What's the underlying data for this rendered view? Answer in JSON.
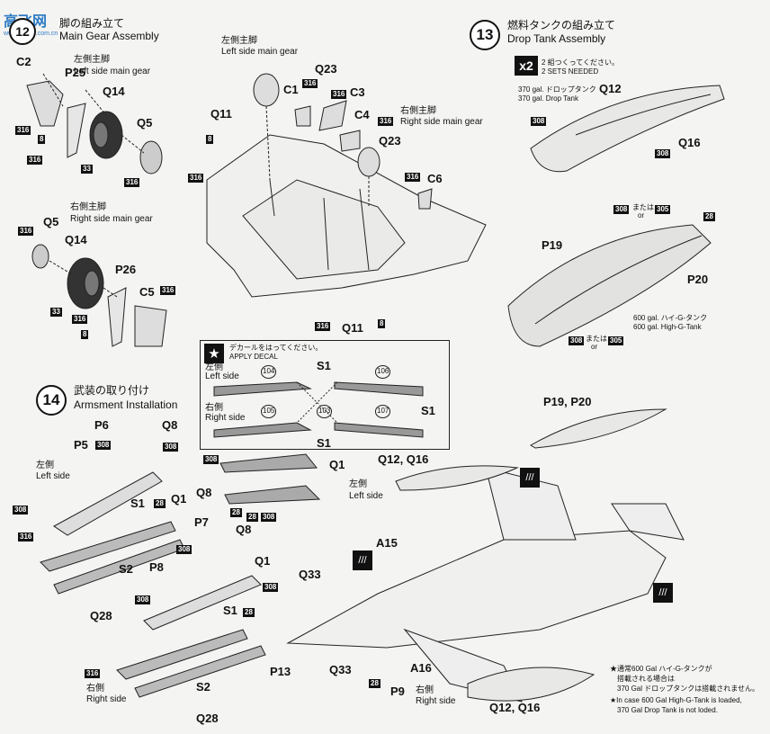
{
  "watermark": {
    "text": "高飞网",
    "sub": "www.gaofei.com.cn"
  },
  "step12": {
    "title_jp": "脚の組み立て",
    "title_en": "Main Gear Assembly"
  },
  "step13": {
    "number": "13",
    "title_jp": "燃料タンクの組み立て",
    "title_en": "Drop Tank Assembly",
    "sets_mult": "x2",
    "sets_jp": "2 組つくってください。",
    "sets_en": "2 SETS NEEDED",
    "tank370_jp": "370 gal. ドロップタンク",
    "tank370_en": "370 gal. Drop Tank",
    "tank600_jp": "600 gal. ハイ-G-タンク",
    "tank600_en": "600 gal. High-G-Tank",
    "or_jp": "または",
    "or_en": "or"
  },
  "step14": {
    "number": "14",
    "title_jp": "武装の取り付け",
    "title_en": "Armsment Installation"
  },
  "left_main_gear": {
    "jp": "左側主脚",
    "en": "Left side main gear"
  },
  "right_main_gear": {
    "jp": "右側主脚",
    "en": "Right side main gear"
  },
  "left_side": {
    "jp": "左側",
    "en": "Left side"
  },
  "right_side": {
    "jp": "右側",
    "en": "Right side"
  },
  "decal": {
    "jp": "デカールをはってください。",
    "en": "APPLY DECAL",
    "nums": [
      "104",
      "106",
      "105",
      "103",
      "107"
    ]
  },
  "parts": {
    "C2": "C2",
    "P25": "P25",
    "Q14": "Q14",
    "Q5": "Q5",
    "C1": "C1",
    "C3": "C3",
    "C4": "C4",
    "C5": "C5",
    "C6": "C6",
    "Q11": "Q11",
    "Q23": "Q23",
    "P26": "P26",
    "Q12": "Q12",
    "Q16": "Q16",
    "P19": "P19",
    "P20": "P20",
    "P6": "P6",
    "P5": "P5",
    "Q8": "Q8",
    "S1": "S1",
    "Q1": "Q1",
    "S2": "S2",
    "Q28": "Q28",
    "P7": "P7",
    "P8": "P8",
    "A15": "A15",
    "Q33": "Q33",
    "P13": "P13",
    "A16": "A16",
    "P9": "P9",
    "P19P20": "P19, P20",
    "Q12Q16": "Q12, Q16"
  },
  "tags": {
    "t316": "316",
    "t8": "8",
    "t33": "33",
    "t308": "308",
    "t305": "305",
    "t28": "28"
  },
  "note": {
    "jp1": "★通常600 Gal ハイ-G-タンクが",
    "jp2": "搭載される場合は",
    "jp3": "370 Gal ドロップタンクは搭載されません。",
    "en1": "★In case 600 Gal High-G-Tank is loaded,",
    "en2": "370 Gal Drop Tank is not loded."
  }
}
